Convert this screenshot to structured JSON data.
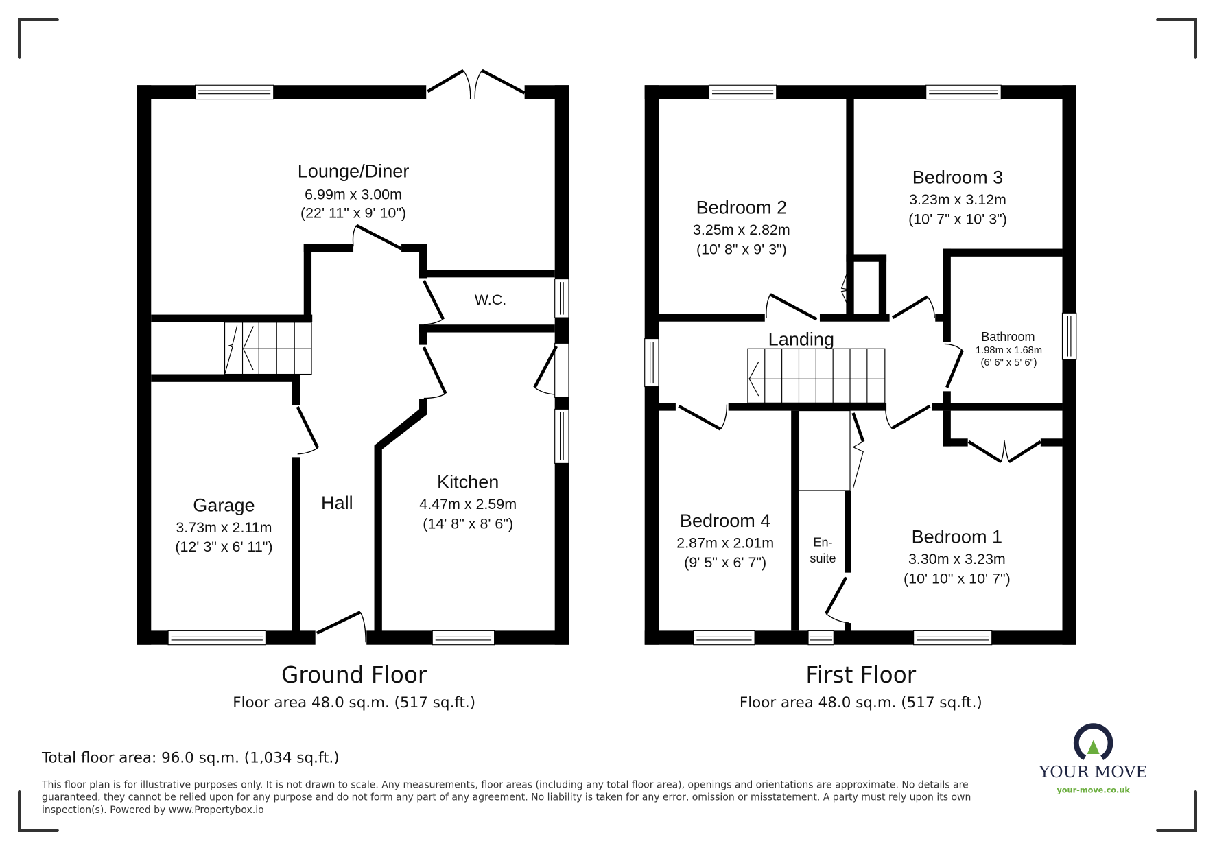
{
  "floors": [
    {
      "title": "Ground Floor",
      "area": "Floor area 48.0 sq.m. (517 sq.ft.)",
      "rooms": [
        {
          "name": "Lounge/Diner",
          "metric": "6.99m x 3.00m",
          "imperial": "(22' 11\" x 9' 10\")"
        },
        {
          "name": "W.C."
        },
        {
          "name": "Kitchen",
          "metric": "4.47m x 2.59m",
          "imperial": "(14' 8\" x 8' 6\")"
        },
        {
          "name": "Garage",
          "metric": "3.73m x 2.11m",
          "imperial": "(12' 3\" x 6' 11\")"
        },
        {
          "name": "Hall"
        }
      ]
    },
    {
      "title": "First Floor",
      "area": "Floor area 48.0 sq.m. (517 sq.ft.)",
      "rooms": [
        {
          "name": "Bedroom 2",
          "metric": "3.25m x 2.82m",
          "imperial": "(10' 8\" x 9' 3\")"
        },
        {
          "name": "Bedroom 3",
          "metric": "3.23m x 3.12m",
          "imperial": "(10' 7\" x 10' 3\")"
        },
        {
          "name": "Landing"
        },
        {
          "name": "Bathroom",
          "metric": "1.98m x 1.68m",
          "imperial": "(6' 6\" x 5' 6\")"
        },
        {
          "name": "Bedroom 4",
          "metric": "2.87m x 2.01m",
          "imperial": "(9' 5\" x 6' 7\")"
        },
        {
          "name": "En-",
          "name2": "suite"
        },
        {
          "name": "Bedroom 1",
          "metric": "3.30m x 3.23m",
          "imperial": "(10' 10\" x 10' 7\")"
        }
      ]
    }
  ],
  "total_area": "Total floor area: 96.0 sq.m. (1,034 sq.ft.)",
  "disclaimer": {
    "line1": "This floor plan is for illustrative purposes only. It is not drawn to scale. Any measurements, floor areas (including any total floor area), openings and orientations are approximate. No details are",
    "line2": "guaranteed, they cannot be relied upon for any purpose and do not form any part of any agreement. No liability is taken for any error, omission or misstatement. A party must rely upon its own",
    "line3": "inspection(s). Powered by www.Propertybox.io"
  },
  "brand": {
    "name": "YOUR MOVE",
    "url": "your-move.co.uk",
    "colors": {
      "navy": "#1e2440",
      "green": "#6aad3d"
    }
  }
}
